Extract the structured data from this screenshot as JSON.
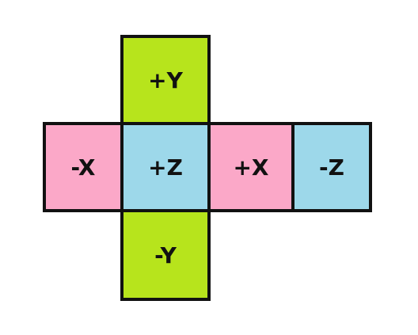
{
  "colors": {
    "y_faces": "#b7e41c",
    "x_faces": "#fba8c8",
    "z_faces": "#9dd8ea",
    "border": "#111111"
  },
  "faces": {
    "pos_y": "+Y",
    "neg_x": "-X",
    "pos_z": "+Z",
    "pos_x": "+X",
    "neg_z": "-Z",
    "neg_y": "-Y"
  }
}
